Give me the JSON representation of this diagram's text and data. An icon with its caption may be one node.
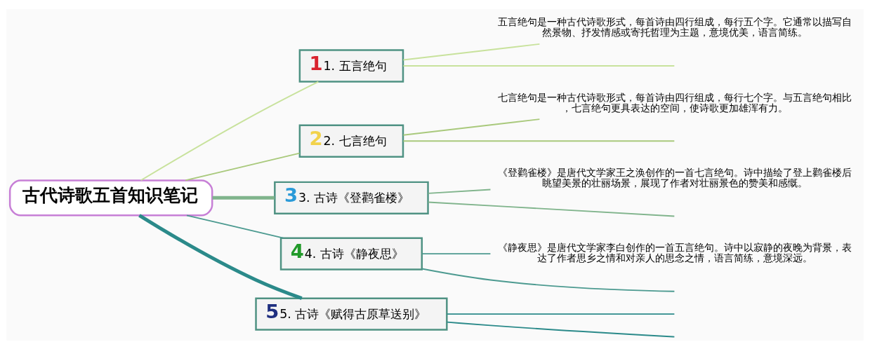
{
  "diagram": {
    "nodes": [
      {
        "text": [
          "古代诗歌五首知识笔记"
        ]
      },
      {
        "text": [
          "1",
          "1. 五言绝句"
        ]
      },
      {
        "text": [
          "五言绝句是一种古代诗歌形式，每首诗由四行组成，每行五个字。它通常以描写自然景物、抒发情感或寄托哲理为主题，意境优美，语言简练。"
        ]
      },
      {
        "text": [
          "2",
          "2. 七言绝句"
        ]
      },
      {
        "text": [
          "七言绝句是一种古代诗歌形式，每首诗由四行组成，每行七个字。与五言绝句相比，七言绝句更具表达的空间，使诗歌更加雄浑有力。"
        ]
      },
      {
        "text": [
          "3",
          "3. 古诗《登鹳雀楼》"
        ]
      },
      {
        "text": [
          "《登鹳雀楼》是唐代文学家王之涣创作的一首七言绝句。诗中描绘了登上鹳雀楼后眺望美景的壮丽场景，展现了作者对壮丽景色的赞美和感慨。"
        ]
      },
      {
        "text": [
          "4",
          "4. 古诗《静夜思》"
        ]
      },
      {
        "text": [
          "《静夜思》是唐代文学家李白创作的一首五言绝句。诗中以寂静的夜晚为背景，表达了作者思乡之情和对亲人的思念之情，语言简练，意境深远。"
        ]
      },
      {
        "text": [
          "5",
          "5. 古诗《赋得古原草送别》"
        ]
      }
    ],
    "edges": [
      {
        "from": 0,
        "to": 1,
        "arrow": "none",
        "color": "#c8e29c"
      },
      {
        "from": 0,
        "to": 3,
        "arrow": "none",
        "color": "#a9c97c"
      },
      {
        "from": 0,
        "to": 5,
        "arrow": "none",
        "style": "thick",
        "color": "#80b48c"
      },
      {
        "from": 0,
        "to": 7,
        "arrow": "none",
        "color": "#4c9a90"
      },
      {
        "from": 0,
        "to": 9,
        "arrow": "none",
        "style": "thick",
        "color": "#2b8a8a"
      },
      {
        "from": 1,
        "to": null,
        "arrow": "none",
        "color": "#c8e29c"
      },
      {
        "from": 1,
        "to": 2,
        "arrow": "none",
        "color": "#c8e29c"
      },
      {
        "from": 3,
        "to": null,
        "arrow": "none",
        "color": "#a9c97c"
      },
      {
        "from": 3,
        "to": 4,
        "arrow": "none",
        "color": "#a9c97c"
      },
      {
        "from": 5,
        "to": null,
        "arrow": "none",
        "color": "#80b48c"
      },
      {
        "from": 5,
        "to": 6,
        "arrow": "none",
        "color": "#80b48c"
      },
      {
        "from": 7,
        "to": null,
        "arrow": "none",
        "color": "#4c9a90"
      },
      {
        "from": 7,
        "to": 8,
        "arrow": "none",
        "color": "#4c9a90"
      },
      {
        "from": 9,
        "to": null,
        "arrow": "none",
        "color": "#2b8a8a"
      },
      {
        "from": 9,
        "to": null,
        "arrow": "none",
        "color": "#2b8a8a"
      }
    ]
  }
}
